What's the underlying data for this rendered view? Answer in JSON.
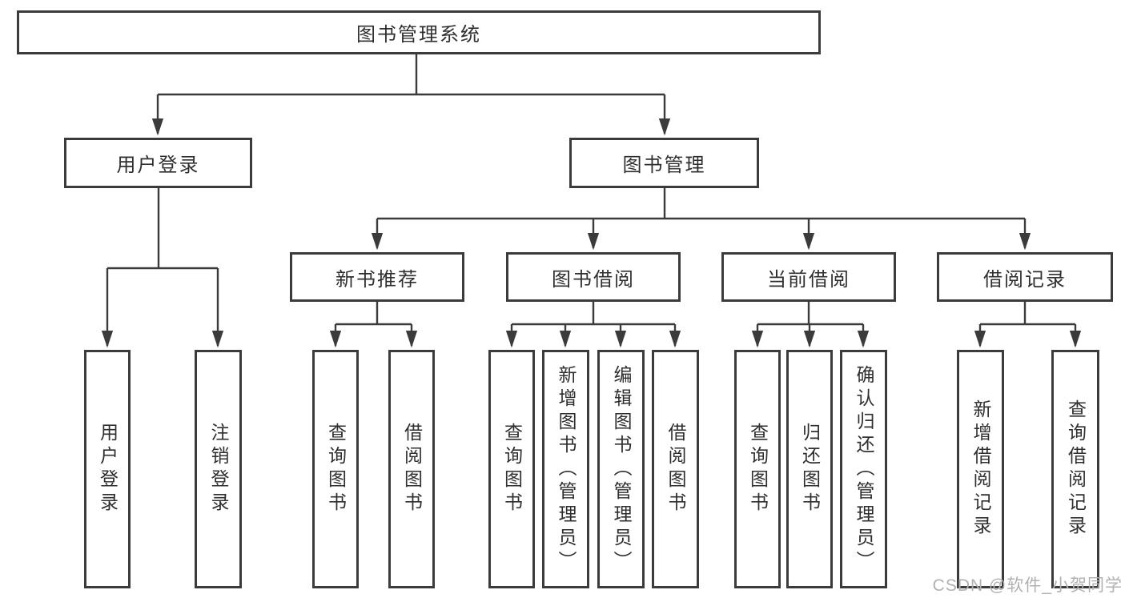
{
  "colors": {
    "line": "#3b3b3b",
    "text": "#2f2f2f",
    "box_bg": "#ffffff",
    "canvas_bg": "#ffffff",
    "watermark": "#b3b0b0"
  },
  "page": {
    "watermark": "CSDN @软件_小贺同学"
  },
  "tree": {
    "root": "图书管理系统",
    "branches": [
      {
        "label": "用户登录",
        "children": [
          "用户登录",
          "注销登录"
        ]
      },
      {
        "label": "图书管理",
        "groups": [
          {
            "label": "新书推荐",
            "children": [
              "查询图书",
              "借阅图书"
            ]
          },
          {
            "label": "图书借阅",
            "children": [
              "查询图书",
              "新增图书（管理员）",
              "编辑图书（管理员）",
              "借阅图书"
            ]
          },
          {
            "label": "当前借阅",
            "children": [
              "查询图书",
              "归还图书",
              "确认归还（管理员）"
            ]
          },
          {
            "label": "借阅记录",
            "children": [
              "新增借阅记录",
              "查询借阅记录"
            ]
          }
        ]
      }
    ]
  }
}
